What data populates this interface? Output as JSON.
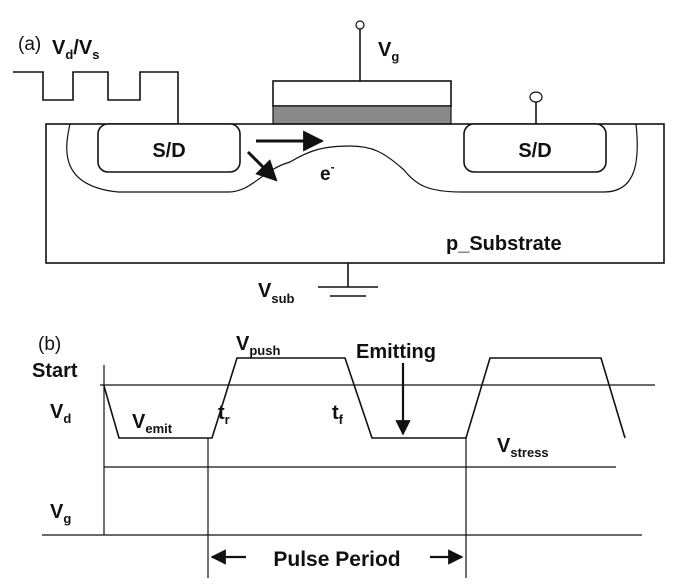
{
  "panel_a": {
    "label": "(a)",
    "vd_vs_label": {
      "main": "V",
      "sub1": "d",
      "slash": "/V",
      "sub2": "s"
    },
    "vg_label": {
      "main": "V",
      "sub": "g"
    },
    "sd_left": "S/D",
    "sd_right": "S/D",
    "electron": {
      "main": "e",
      "sup": "-"
    },
    "substrate": "p_Substrate",
    "vsub_label": {
      "main": "V",
      "sub": "sub"
    },
    "colors": {
      "gate_oxide": "#8a8a8a",
      "stroke": "#111111",
      "background": "#ffffff"
    }
  },
  "panel_b": {
    "label": "(b)",
    "start": "Start",
    "vd": {
      "main": "V",
      "sub": "d"
    },
    "vg": {
      "main": "V",
      "sub": "g"
    },
    "vpush": {
      "main": "V",
      "sub": "push"
    },
    "emitting": "Emitting",
    "vemit": {
      "main": "V",
      "sub": "emit"
    },
    "tr": {
      "main": "t",
      "sub": "r"
    },
    "tf": {
      "main": "t",
      "sub": "f"
    },
    "vstress": {
      "main": "V",
      "sub": "stress"
    },
    "pulse_period": "Pulse Period"
  }
}
